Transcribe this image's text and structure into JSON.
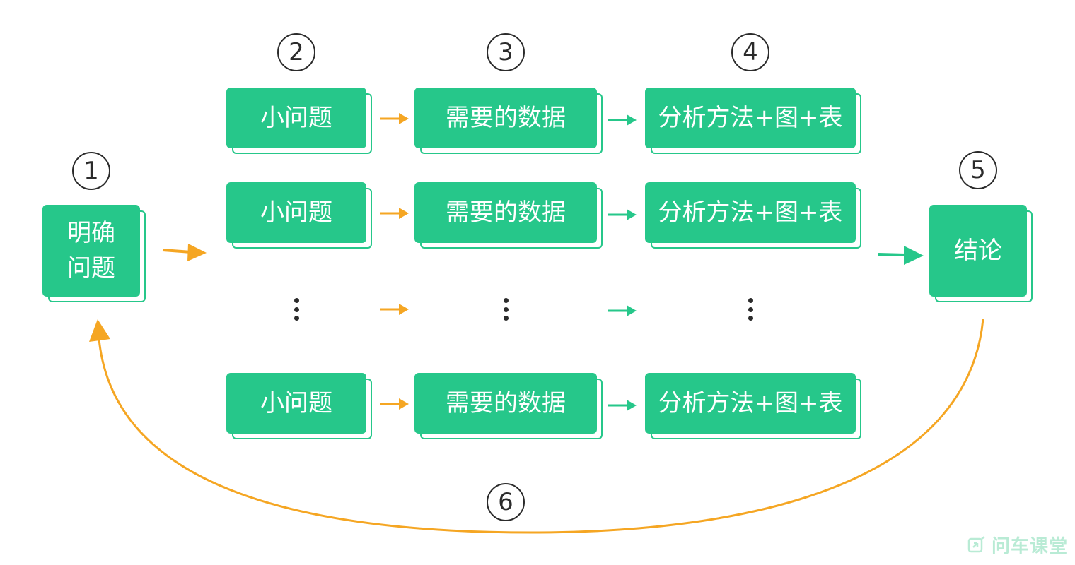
{
  "colors": {
    "box": "#26c78a",
    "orange": "#f5a623",
    "green": "#26c78a",
    "step_border": "#2b2b2b"
  },
  "steps": {
    "s1": "1",
    "s2": "2",
    "s3": "3",
    "s4": "4",
    "s5": "5",
    "s6": "6"
  },
  "start_box": "明确问题",
  "end_box": "结论",
  "rows": [
    {
      "question": "小问题",
      "data": "需要的数据",
      "method": "分析方法+图+表"
    },
    {
      "question": "小问题",
      "data": "需要的数据",
      "method": "分析方法+图+表"
    },
    {
      "question": "小问题",
      "data": "需要的数据",
      "method": "分析方法+图+表"
    }
  ],
  "watermark": "问车课堂"
}
